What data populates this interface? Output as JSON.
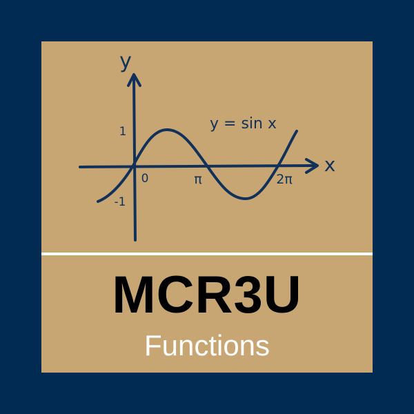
{
  "graph": {
    "equation": "y = sin x",
    "axis_x": "x",
    "axis_y": "y",
    "tick_one": "1",
    "tick_neg_one": "-1",
    "tick_zero": "0",
    "tick_pi": "π",
    "tick_two_pi": "2π",
    "ink_color": "#12315a"
  },
  "course": {
    "code": "MCR3U",
    "subject": "Functions"
  },
  "colors": {
    "background": "#022b54",
    "card": "#c7a673",
    "divider": "#ffffff"
  }
}
